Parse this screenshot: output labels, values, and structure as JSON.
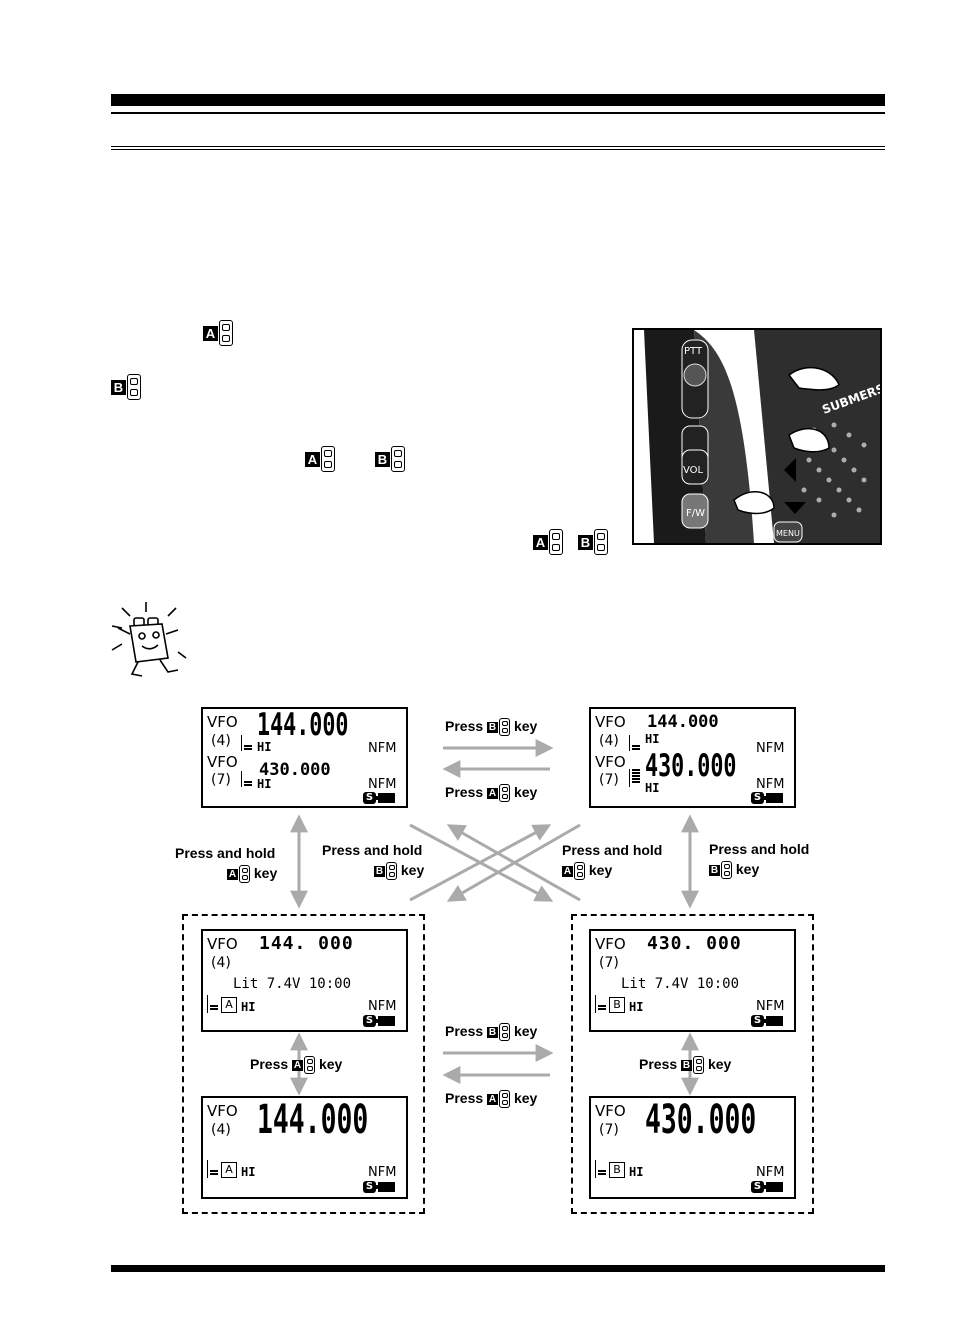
{
  "keys": {
    "a": "A",
    "b": "B"
  },
  "diagram": {
    "press_b_key": [
      "Press",
      "key"
    ],
    "press_a_key": [
      "Press",
      "key"
    ],
    "press_hold": "Press and hold",
    "key_word": "key",
    "screens": {
      "top_left": {
        "vfo1": "VFO",
        "ch1": "(4)",
        "freq1": "144.000",
        "hi1": "HI",
        "mode1": "NFM",
        "vfo2": "VFO",
        "ch2": "(7)",
        "freq2": "430.000",
        "hi2": "HI",
        "mode2": "NFM"
      },
      "top_right": {
        "vfo1": "VFO",
        "ch1": "(4)",
        "freq1": "144.000",
        "hi1": "HI",
        "mode1": "NFM",
        "vfo2": "VFO",
        "ch2": "(7)",
        "freq2": "430.000",
        "hi2": "HI",
        "mode2": "NFM"
      },
      "mid_left": {
        "vfo": "VFO",
        "ch": "(4)",
        "freq": "144. 000",
        "status": "Lit 7.4V  10:00",
        "band": "A",
        "hi": "HI",
        "mode": "NFM"
      },
      "mid_right": {
        "vfo": "VFO",
        "ch": "(7)",
        "freq": "430. 000",
        "status": "Lit 7.4V  10:00",
        "band": "B",
        "hi": "HI",
        "mode": "NFM"
      },
      "bot_left": {
        "vfo": "VFO",
        "ch": "(4)",
        "freq": "144.000",
        "band": "A",
        "hi": "HI",
        "mode": "NFM"
      },
      "bot_right": {
        "vfo": "VFO",
        "ch": "(7)",
        "freq": "430.000",
        "band": "B",
        "hi": "HI",
        "mode": "NFM"
      }
    },
    "s_badge": "S"
  },
  "photo": {
    "button_labels": [
      "PTT",
      "VOL",
      "F/W",
      "MENU"
    ],
    "body_text": "SUBMERS"
  },
  "colors": {
    "arrow": "#aaaaaa",
    "ink": "#000000"
  }
}
